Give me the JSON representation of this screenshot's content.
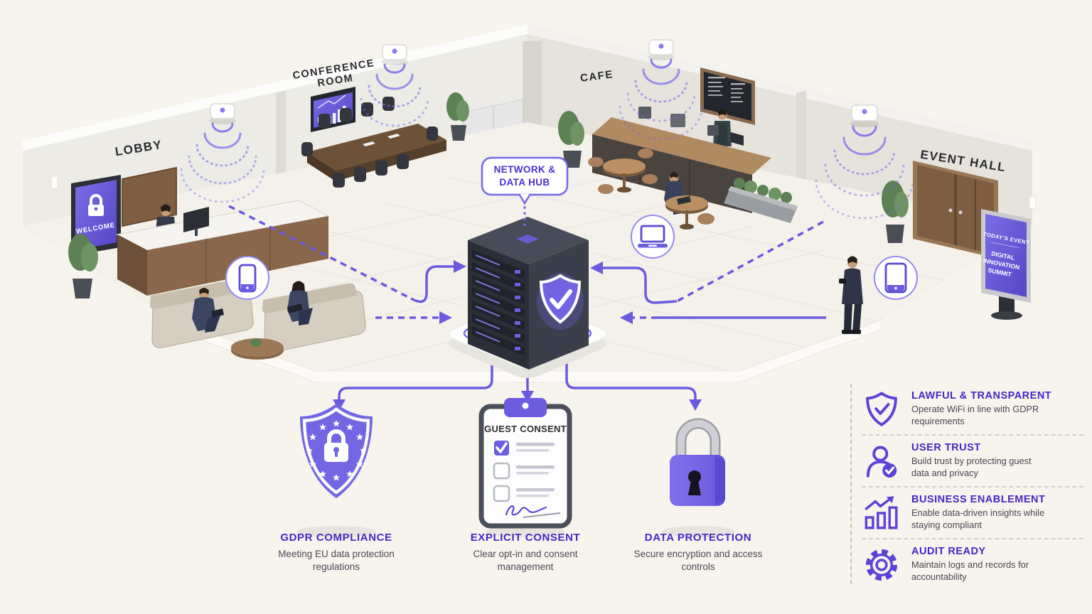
{
  "colors": {
    "accent": "#6b5ae0",
    "heading_purple": "#4527c6",
    "shield_purple": "#7366e3",
    "body_text": "#494952",
    "background": "#f7f4ee"
  },
  "scene": {
    "rooms": [
      {
        "label": "LOBBY"
      },
      {
        "label": "CONFERENCE ROOM",
        "line1": "CONFERENCE",
        "line2": "ROOM"
      },
      {
        "label": "CAFE"
      },
      {
        "label": "EVENT HALL"
      }
    ],
    "hub_callout": {
      "line1": "NETWORK &",
      "line2": "DATA HUB"
    },
    "welcome_sign": {
      "label": "WELCOME",
      "icon": "lock-icon"
    },
    "event_sign": {
      "line1": "TODAY'S EVENT",
      "line2": "DIGITAL",
      "line3": "INNOVATION",
      "line4": "SUMMIT"
    },
    "access_point_icon": "wifi-access-point-icon",
    "device_icons": [
      "smartphone-icon",
      "laptop-icon",
      "tablet-icon"
    ],
    "hub_emblem_icon": "shield-check-icon"
  },
  "clipboard": {
    "title": "GUEST CONSENT"
  },
  "pillars": [
    {
      "icon": "gdpr-eu-shield-lock-icon",
      "title": "GDPR COMPLIANCE",
      "desc": "Meeting EU data protection regulations"
    },
    {
      "icon": "consent-clipboard-icon",
      "title": "EXPLICIT CONSENT",
      "desc": "Clear opt-in and consent management"
    },
    {
      "icon": "padlock-icon",
      "title": "DATA PROTECTION",
      "desc": "Secure encryption and access controls"
    }
  ],
  "benefits": [
    {
      "icon": "shield-check-icon",
      "title": "LAWFUL & TRANSPARENT",
      "desc": "Operate WiFi in line with GDPR requirements"
    },
    {
      "icon": "user-check-icon",
      "title": "USER TRUST",
      "desc": "Build trust by protecting guest data and privacy"
    },
    {
      "icon": "growth-chart-icon",
      "title": "BUSINESS ENABLEMENT",
      "desc": "Enable data-driven insights while staying compliant"
    },
    {
      "icon": "gear-icon",
      "title": "AUDIT READY",
      "desc": "Maintain logs and records for accountability"
    }
  ]
}
